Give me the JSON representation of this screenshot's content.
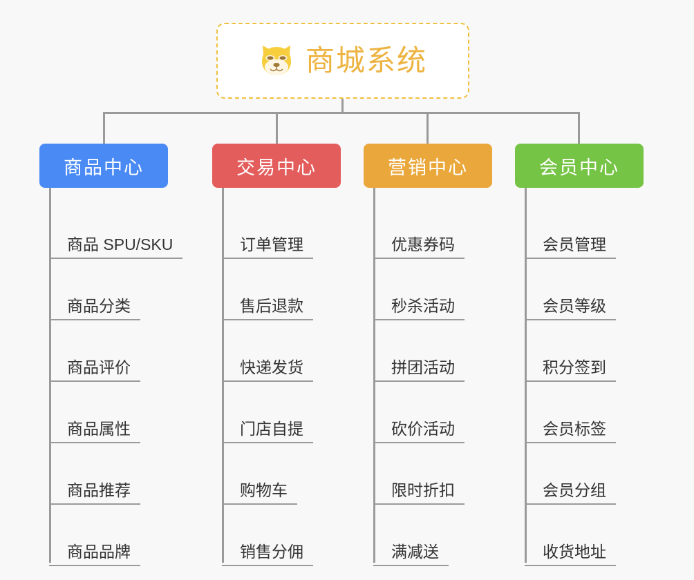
{
  "root": {
    "title": "商城系统",
    "icon": "shiba-dog-icon",
    "border_color": "#f0c040",
    "text_color": "#edb340",
    "background": "#ffffff"
  },
  "canvas": {
    "background": "#f8f8f8",
    "connector_color": "#9a9a9a"
  },
  "branches": [
    {
      "label": "商品中心",
      "color": "#4a8af4",
      "items": [
        "商品 SPU/SKU",
        "商品分类",
        "商品评价",
        "商品属性",
        "商品推荐",
        "商品品牌"
      ]
    },
    {
      "label": "交易中心",
      "color": "#e45d5d",
      "items": [
        "订单管理",
        "售后退款",
        "快递发货",
        "门店自提",
        "购物车",
        "销售分佣"
      ]
    },
    {
      "label": "营销中心",
      "color": "#eaa73c",
      "items": [
        "优惠券码",
        "秒杀活动",
        "拼团活动",
        "砍价活动",
        "限时折扣",
        "满减送"
      ]
    },
    {
      "label": "会员中心",
      "color": "#76c445",
      "items": [
        "会员管理",
        "会员等级",
        "积分签到",
        "会员标签",
        "会员分组",
        "收货地址"
      ]
    }
  ]
}
